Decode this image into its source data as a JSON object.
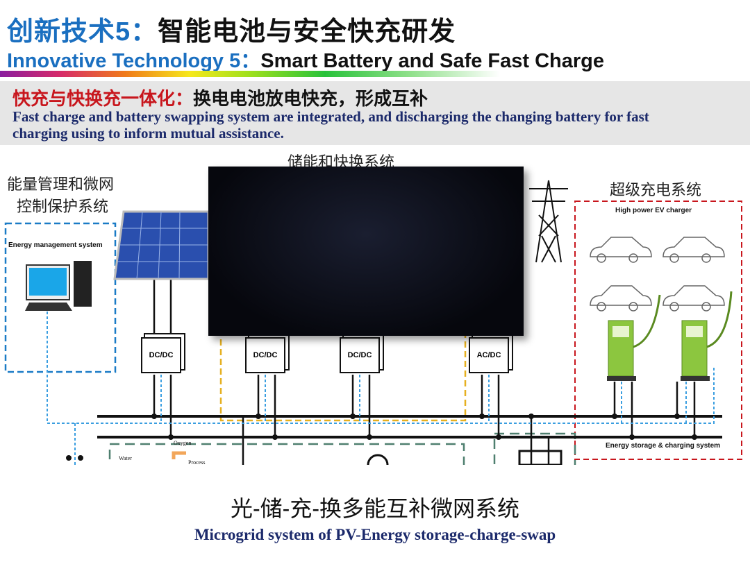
{
  "header": {
    "title_cn_prefix": "创新技术5：",
    "title_cn_main": "智能电池与安全快充研发",
    "title_en_prefix": "Innovative Technology 5：",
    "title_en_main": "Smart Battery and Safe Fast Charge"
  },
  "banner": {
    "cn_highlight": "快充与快换充一体化：",
    "cn_rest": "换电电池放电快充，形成互补",
    "en": "Fast charge and battery swapping system are integrated, and discharging the changing battery for fast charging using to inform mutual assistance."
  },
  "diagram": {
    "ems_label_line1": "能量管理和微网",
    "ems_label_line2": "控制保护系统",
    "ems_box_label": "Energy management system",
    "storage_label": "储能和快换系统",
    "charger_label": "超级充电系统",
    "charger_box_label": "High power EV charger",
    "storage_charging_label": "Energy storage & charging  system",
    "converters": [
      "DC/DC",
      "DC/DC",
      "DC/DC",
      "AC/DC"
    ],
    "oxygen_label": "Oxygen",
    "water_label": "Water",
    "process_label": "Process"
  },
  "footer": {
    "cn": "光-储-充-换多能互补微网系统",
    "en": "Microgrid system of PV-Energy storage-charge-swap"
  },
  "colors": {
    "accent_blue": "#1a6fc0",
    "highlight_red": "#c8161d",
    "charger_green": "#8cc63f"
  }
}
